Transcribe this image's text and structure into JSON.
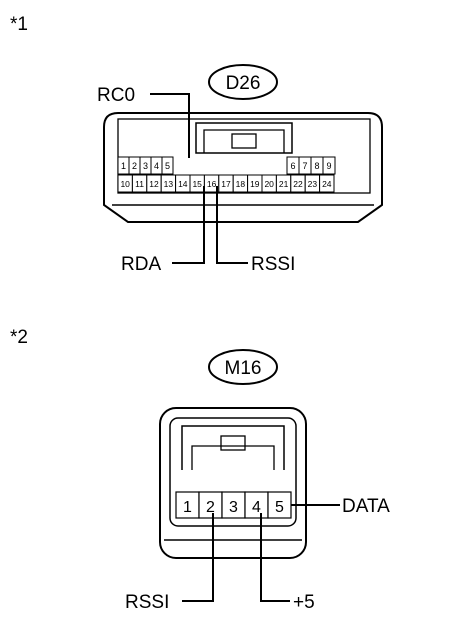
{
  "figure1": {
    "marker": "*1",
    "connector_id": "D26",
    "pins_row1": [
      "1",
      "2",
      "3",
      "4",
      "5",
      "6",
      "7",
      "8",
      "9"
    ],
    "pins_row2": [
      "10",
      "11",
      "12",
      "13",
      "14",
      "15",
      "16",
      "17",
      "18",
      "19",
      "20",
      "21",
      "22",
      "23",
      "24"
    ],
    "terminals": {
      "rc0": "RC0",
      "rda": "RDA",
      "rssi": "RSSI"
    }
  },
  "figure2": {
    "marker": "*2",
    "connector_id": "M16",
    "pins": [
      "1",
      "2",
      "3",
      "4",
      "5"
    ],
    "terminals": {
      "data": "DATA",
      "rssi": "RSSI",
      "plus5": "+5"
    }
  },
  "colors": {
    "line": "#000000",
    "background": "#ffffff"
  }
}
